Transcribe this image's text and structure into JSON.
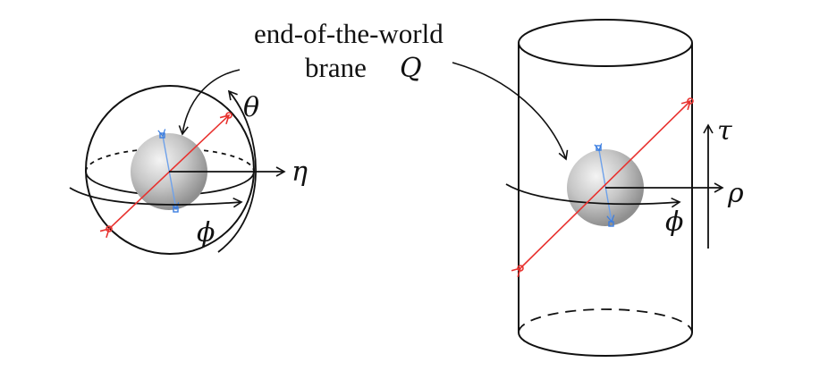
{
  "caption": {
    "line1": "end-of-the-world",
    "line2_text": "brane",
    "line2_symbol": "Q"
  },
  "left_diagram": {
    "labels": {
      "theta": "θ",
      "eta": "η",
      "phi": "ϕ"
    }
  },
  "right_diagram": {
    "labels": {
      "tau": "τ",
      "rho": "ρ",
      "phi": "ϕ"
    }
  },
  "colors": {
    "red_arrow": "#e8322f",
    "blue_marker": "#3a7de0",
    "ink": "#111111"
  }
}
